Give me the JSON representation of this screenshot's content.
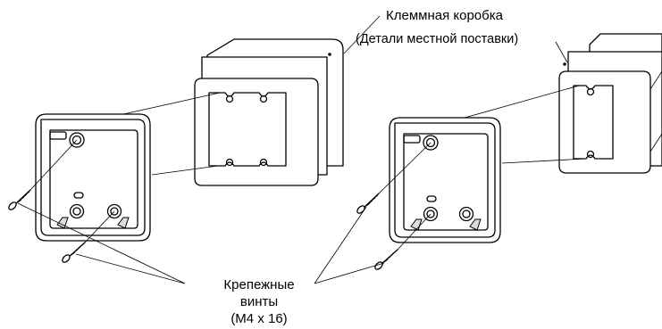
{
  "labels": {
    "box_title": "Клеммная коробка",
    "box_note": "(Детали местной поставки)",
    "screws_line1": "Крепежные",
    "screws_line2": "винты",
    "screws_line3": "(M4 x 16)"
  }
}
